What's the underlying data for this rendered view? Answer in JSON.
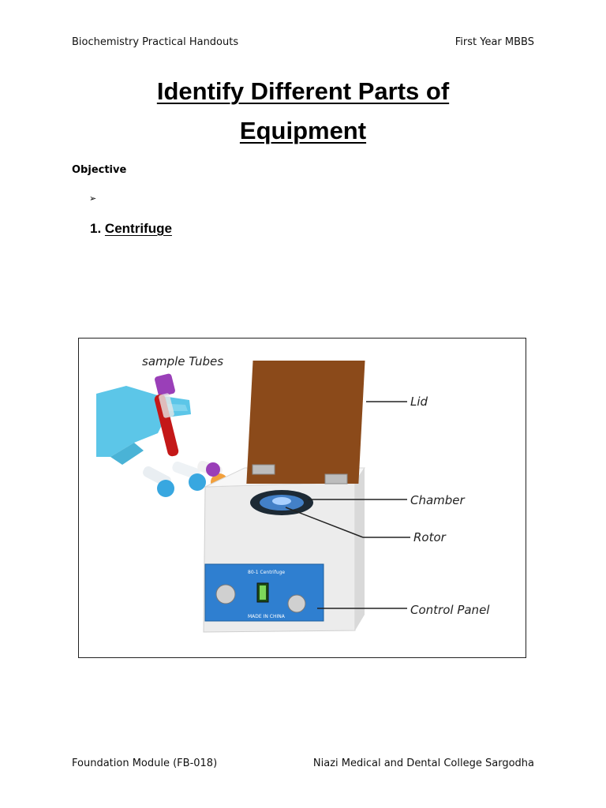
{
  "header": {
    "left": "Biochemistry Practical Handouts",
    "right": "First Year MBBS"
  },
  "title": {
    "line1": "Identify Different Parts of",
    "line2": "Equipment"
  },
  "objective_label": "Objective",
  "bullet_symbol": "➢",
  "section": {
    "number": "1.",
    "name": "Centrifuge"
  },
  "figure": {
    "labels": {
      "sample_tubes": "sample Tubes",
      "lid": "Lid",
      "chamber": "Chamber",
      "rotor": "Rotor",
      "control_panel": "Control Panel"
    },
    "panel_text": {
      "model": "80-1 Centrifuge",
      "made_in": "MADE IN CHINA"
    },
    "colors": {
      "lid": "#8B4A1A",
      "body": "#ECECEC",
      "panel": "#2F7FD0",
      "glove": "#5CC6E8",
      "tube_cap": "#9A3FB8"
    }
  },
  "footer": {
    "left": "Foundation Module (FB-018)",
    "right": "Niazi Medical and Dental College Sargodha"
  }
}
